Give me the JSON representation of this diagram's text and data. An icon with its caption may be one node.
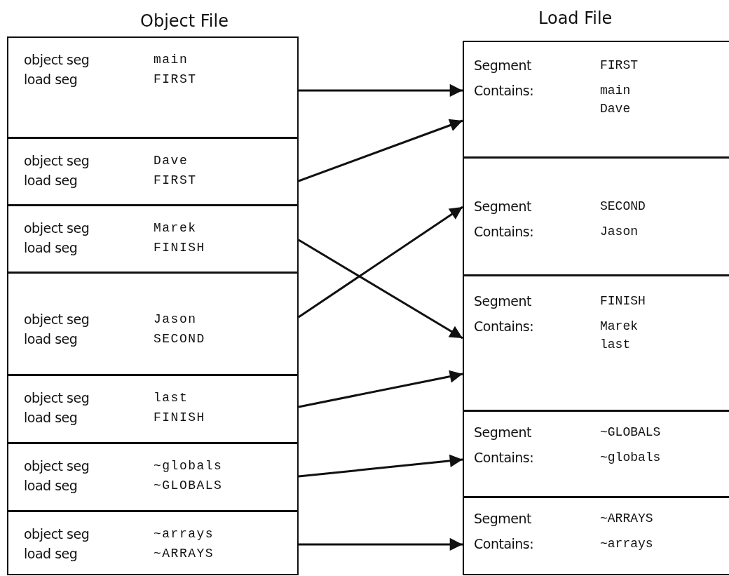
{
  "diagram": {
    "nodes": [
      {
        "text": [
          "object seg",
          "main",
          "load seg",
          "FIRST"
        ]
      },
      {
        "text": [
          "object seg",
          "Dave",
          "load seg",
          "FIRST"
        ]
      },
      {
        "text": [
          "object seg",
          "Marek",
          "load seg",
          "FINISH"
        ]
      },
      {
        "text": [
          "object seg",
          "Jason",
          "load seg",
          "SECOND"
        ]
      },
      {
        "text": [
          "object seg",
          "last",
          "load seg",
          "FINISH"
        ]
      },
      {
        "text": [
          "object seg",
          "~globals",
          "load seg",
          "~GLOBALS"
        ]
      },
      {
        "text": [
          "object seg",
          "~arrays",
          "load seg",
          "~ARRAYS"
        ]
      },
      {
        "text": [
          "Segment",
          "FIRST",
          "Contains:",
          "main Dave"
        ]
      },
      {
        "text": [
          "Segment",
          "SECOND",
          "Contains:",
          "Jason"
        ]
      },
      {
        "text": [
          "Segment",
          "FINISH",
          "Contains:",
          "Marek last"
        ]
      },
      {
        "text": [
          "Segment",
          "~GLOBALS",
          "Contains:",
          "~globals"
        ]
      },
      {
        "text": [
          "Segment",
          "~ARRAYS",
          "Contains:",
          "~arrays"
        ]
      }
    ],
    "edges": [
      {
        "from": 0,
        "to": 7,
        "arrow": "to"
      },
      {
        "from": 1,
        "to": 7,
        "arrow": "to"
      },
      {
        "from": 2,
        "to": 9,
        "arrow": "to"
      },
      {
        "from": 3,
        "to": 8,
        "arrow": "to"
      },
      {
        "from": 4,
        "to": 9,
        "arrow": "to"
      },
      {
        "from": 5,
        "to": 10,
        "arrow": "to"
      },
      {
        "from": 6,
        "to": 11,
        "arrow": "to"
      }
    ],
    "labels": [
      "Object File",
      "Load File"
    ]
  }
}
